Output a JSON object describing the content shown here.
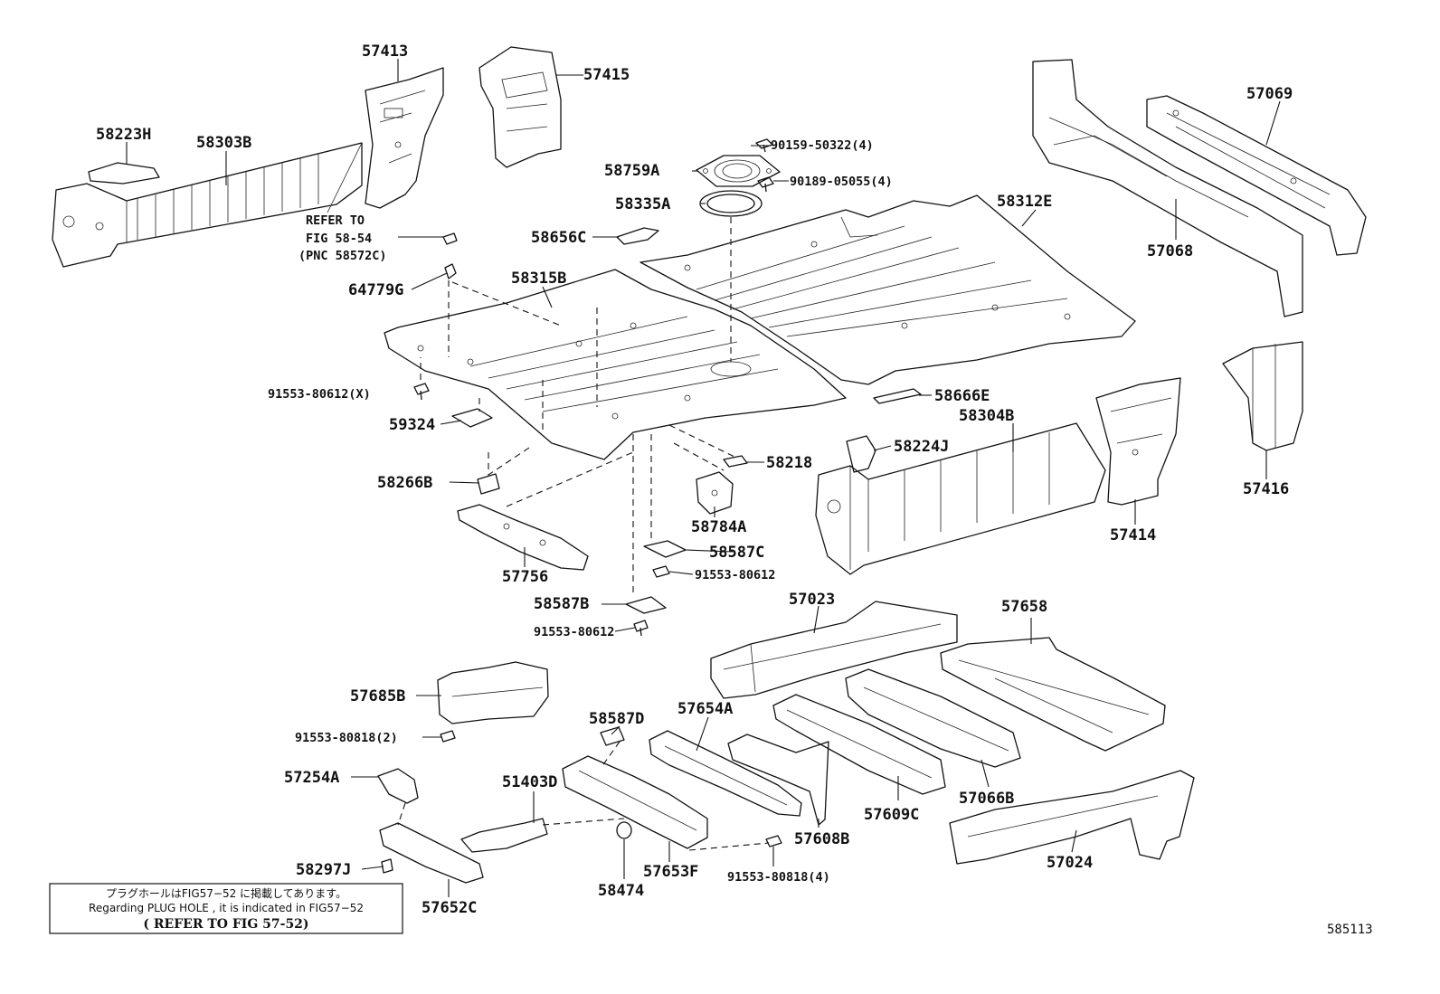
{
  "figure_number": "585113",
  "labels": {
    "p57413": "57413",
    "p57415": "57415",
    "p58223H": "58223H",
    "p58303B": "58303B",
    "p90159": "90159-50322(4)",
    "p58759A": "58759A",
    "p90189": "90189-05055(4)",
    "p58335A": "58335A",
    "p58312E": "58312E",
    "p57069": "57069",
    "p57068": "57068",
    "refer_line1": "REFER TO",
    "refer_line2": "FIG 58-54",
    "refer_line3": "(PNC 58572C)",
    "p58656C": "58656C",
    "p64779G": "64779G",
    "p58315B": "58315B",
    "p91553x": "91553-80612(X)",
    "p58666E": "58666E",
    "p58304B": "58304B",
    "p59324": "59324",
    "p58224J": "58224J",
    "p58218": "58218",
    "p58266B": "58266B",
    "p57416": "57416",
    "p58784A": "58784A",
    "p57414": "57414",
    "p58587C": "58587C",
    "p57756": "57756",
    "p91553a": "91553-80612",
    "p58587B": "58587B",
    "p57023": "57023",
    "p57658": "57658",
    "p91553b": "91553-80612",
    "p57685B": "57685B",
    "p58587D": "58587D",
    "p57654A": "57654A",
    "p91553c": "91553-80818(2)",
    "p57254A": "57254A",
    "p51403D": "51403D",
    "p57609C": "57609C",
    "p57066B": "57066B",
    "p57608B": "57608B",
    "p57024": "57024",
    "p58297J": "58297J",
    "p57653F": "57653F",
    "p91553d": "91553-80818(4)",
    "p58474": "58474",
    "p57652C": "57652C"
  },
  "note": {
    "line1": "プラグホールはFIG57−52 に掲載してあります。",
    "line2": "Regarding PLUG HOLE , it is indicated in FIG57−52",
    "line3": "( REFER TO FIG 57-52)"
  }
}
